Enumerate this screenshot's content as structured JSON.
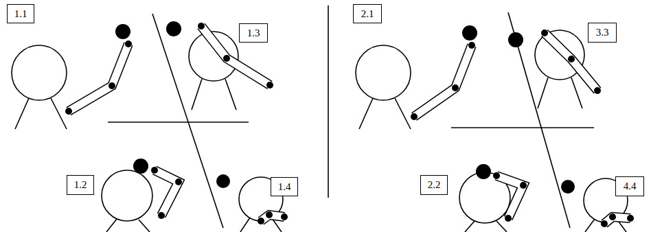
{
  "diagram": {
    "nodes": [
      {
        "text": [
          "1.1"
        ]
      },
      {
        "text": [
          "1.3"
        ]
      },
      {
        "text": [
          "1.2"
        ]
      },
      {
        "text": [
          "1.4"
        ]
      },
      {
        "text": [
          "2.1"
        ]
      },
      {
        "text": [
          "3.3"
        ]
      },
      {
        "text": [
          "2.2"
        ]
      },
      {
        "text": [
          "4.4"
        ]
      }
    ]
  }
}
